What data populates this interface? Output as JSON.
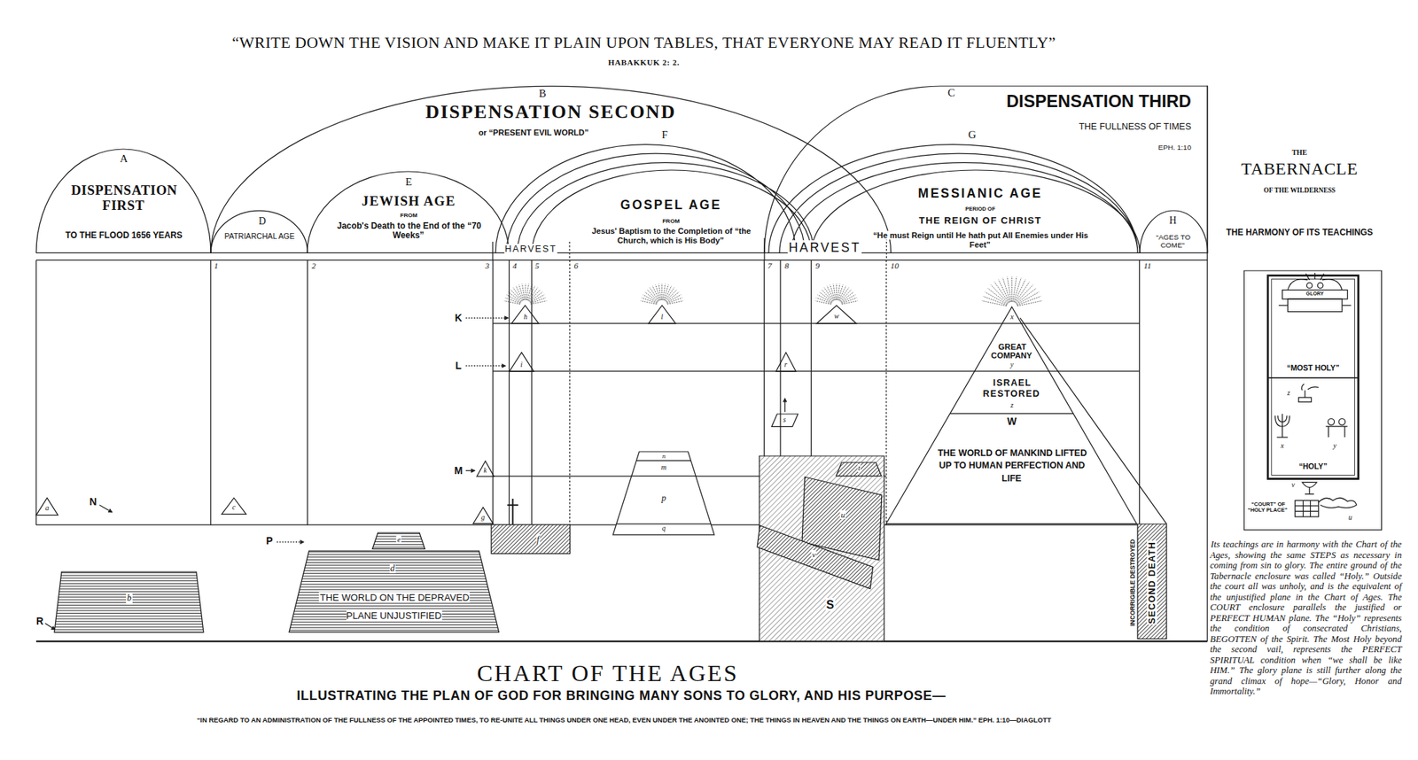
{
  "diagram": {
    "title": "“WRITE DOWN THE VISION AND MAKE IT PLAIN UPON TABLES, THAT EVERYONE MAY READ IT FLUENTLY”",
    "caption": "CHART OF THE AGES",
    "nodes": [
      {
        "text": [
          "DISPENSATION FIRST",
          "TO THE FLOOD 1656 YEARS"
        ]
      },
      {
        "text": [
          "DISPENSATION SECOND",
          "or “PRESENT EVIL WORLD”"
        ]
      },
      {
        "text": [
          "DISPENSATION THIRD",
          "THE FULLNESS OF TIMES",
          "EPH. 1:10"
        ]
      },
      {
        "text": [
          "PATRIARCHAL AGE"
        ],
        "in": 1
      },
      {
        "text": [
          "JEWISH AGE",
          "FROM",
          "Jacob's Death to the End of the “70 Weeks”"
        ],
        "in": 1
      },
      {
        "text": [
          "HARVEST"
        ]
      },
      {
        "text": [
          "GOSPEL AGE",
          "FROM",
          "Jesus' Baptism to the Completion of “the Church, which is His Body”"
        ],
        "in": 1
      },
      {
        "text": [
          "HARVEST"
        ]
      },
      {
        "text": [
          "MESSIANIC AGE",
          "PERIOD OF",
          "THE REIGN OF CHRIST",
          "“He must Reign until He hath put All Enemies under His Feet”"
        ],
        "in": 2
      },
      {
        "text": [
          "“AGES TO COME”"
        ],
        "in": 2
      },
      {
        "text": [
          "a"
        ]
      },
      {
        "text": [
          "b"
        ]
      },
      {
        "text": [
          "c"
        ]
      },
      {
        "text": [
          "e"
        ]
      },
      {
        "text": [
          "d",
          "THE WORLD ON THE DEPRAVED PLANE UNJUSTIFIED"
        ]
      },
      {
        "text": [
          "g"
        ]
      },
      {
        "text": [
          "f"
        ]
      },
      {
        "text": [
          "h"
        ]
      },
      {
        "text": [
          "i"
        ]
      },
      {
        "text": [
          "k"
        ]
      },
      {
        "text": [
          "l"
        ]
      },
      {
        "text": [
          "n",
          "m",
          "p",
          "q"
        ]
      },
      {
        "text": [
          "r"
        ]
      },
      {
        "text": [
          "s"
        ]
      },
      {
        "text": [
          "S"
        ]
      },
      {
        "text": [
          "t"
        ],
        "in": 24
      },
      {
        "text": [
          "u"
        ],
        "in": 24
      },
      {
        "text": [
          "v"
        ],
        "in": 24
      },
      {
        "text": [
          "w"
        ]
      },
      {
        "text": [
          "x",
          "GREAT COMPANY",
          "y",
          "ISRAEL RESTORED",
          "z",
          "W",
          "THE WORLD OF MANKIND LIFTED UP TO HUMAN PERFECTION AND LIFE"
        ]
      },
      {
        "text": [
          "INCORRIGIBLE DESTROYED",
          "SECOND DEATH"
        ]
      },
      {
        "text": [
          "“COURT” OF “HOLY PLACE”",
          "v",
          "u"
        ]
      },
      {
        "text": [
          "GLORY",
          "“MOST HOLY”"
        ],
        "in": 31
      },
      {
        "text": [
          "z",
          "x",
          "y",
          "“HOLY”"
        ],
        "in": 31
      }
    ],
    "labels": [
      "HABAKKUK 2: 2.",
      "A",
      "B",
      "C",
      "D",
      "E",
      "F",
      "G",
      "H",
      "1",
      "2",
      "3",
      "4",
      "5",
      "6",
      "7",
      "8",
      "9",
      "10",
      "11",
      "K",
      "L",
      "M",
      "N",
      "P",
      "R",
      "THE",
      "TABERNACLE",
      "OF THE WILDERNESS",
      "THE HARMONY OF ITS TEACHINGS",
      "Its teachings are in harmony with the Chart of the Ages, showing the same STEPS as necessary in coming from sin to glory. The entire ground of the Tabernacle enclosure was called “Holy.” Outside the court all was unholy, and is the equivalent of the unjustified plane in the Chart of Ages. The COURT enclosure parallels the justified or PERFECT HUMAN plane. The “Holy” represents the condition of consecrated Christians, BEGOTTEN of the Spirit. The Most Holy beyond the second vail, represents the PERFECT SPIRITUAL condition when “we shall be like HIM.” The glory plane is still further along the grand climax of hope—“Glory, Honor and Immortality.”",
      "ILLUSTRATING THE PLAN OF GOD FOR BRINGING MANY SONS TO GLORY, AND HIS PURPOSE—",
      "“IN REGARD TO AN ADMINISTRATION OF THE FULLNESS OF THE APPOINTED TIMES, TO RE-UNITE ALL THINGS UNDER ONE HEAD, EVEN UNDER THE ANOINTED ONE; THE THINGS IN HEAVEN AND THE THINGS ON EARTH—UNDER HIM.” EPH. 1:10—DIAGLOTT"
    ]
  }
}
